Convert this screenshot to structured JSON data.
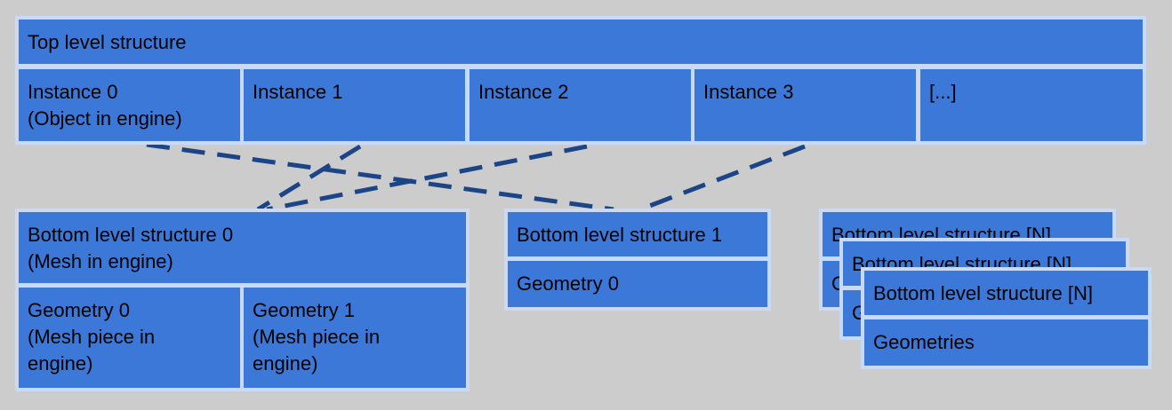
{
  "colors": {
    "background": "#cccccc",
    "box_fill": "#3b78d8",
    "box_border": "#c9daf8",
    "connector": "#1c4587",
    "text": "#000000"
  },
  "top_level": {
    "title": "Top level structure",
    "instances": [
      "Instance 0\n(Object in engine)",
      "Instance 1",
      "Instance 2",
      "Instance 3",
      "[...]"
    ]
  },
  "blas_0": {
    "title": "Bottom level structure 0\n(Mesh in engine)",
    "geometries": [
      "Geometry 0\n(Mesh piece in\nengine)",
      "Geometry 1\n(Mesh piece in\nengine)"
    ]
  },
  "blas_1": {
    "title": "Bottom level structure 1",
    "geometries": [
      "Geometry 0"
    ]
  },
  "blas_n_stack": {
    "back": {
      "title": "Bottom level structure [N]",
      "geometries": "G"
    },
    "middle": {
      "title": "Bottom level structure [N]",
      "geometries": "G"
    },
    "front": {
      "title": "Bottom level structure [N]",
      "geometries": "Geometries"
    }
  }
}
